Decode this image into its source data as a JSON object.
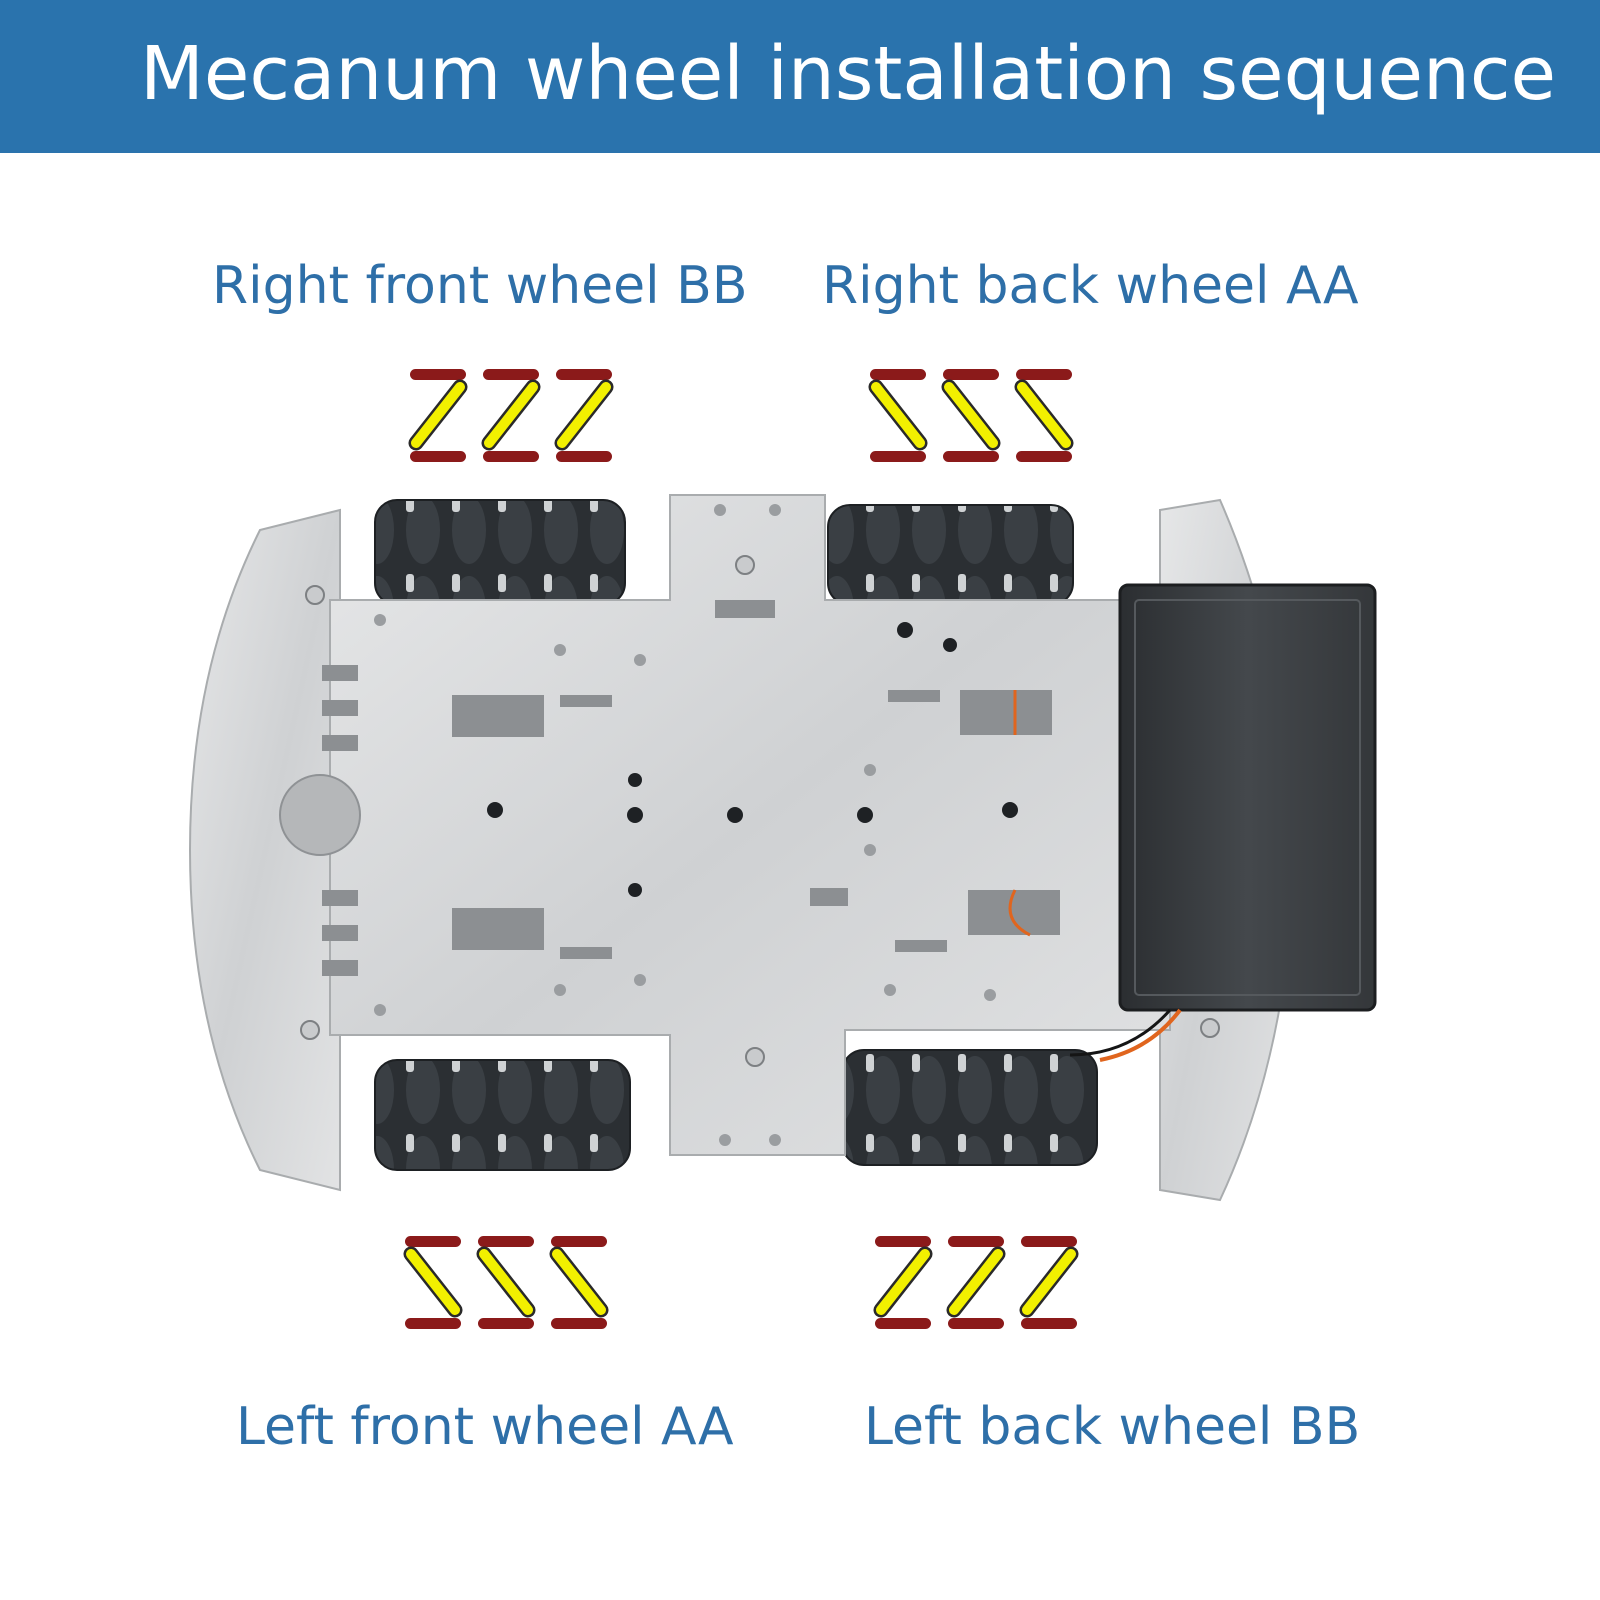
{
  "header": {
    "title": "Mecanum wheel installation sequence",
    "background": "#2a73ad",
    "text_color": "#ffffff"
  },
  "wheels": {
    "right_front": {
      "label": "Right front wheel BB",
      "roller_direction": "forward-slash"
    },
    "right_back": {
      "label": "Right back wheel AA",
      "roller_direction": "back-slash"
    },
    "left_front": {
      "label": "Left front wheel AA",
      "roller_direction": "back-slash"
    },
    "left_back": {
      "label": "Left back wheel BB",
      "roller_direction": "forward-slash"
    }
  },
  "colors": {
    "label_text": "#2e6fa8",
    "roller_bar": "#8b1a1a",
    "roller": "#f2f000",
    "roller_outline": "#2a2a2a",
    "chassis_plate": "#d9dadb",
    "battery_box": "#3a3d40",
    "wheel_rubber": "#2b2f33"
  }
}
